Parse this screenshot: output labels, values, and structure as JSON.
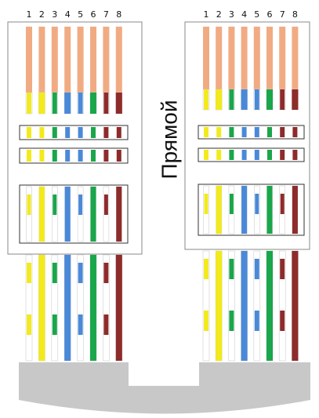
{
  "diagram": {
    "mode_label": "Прямой",
    "pins": [
      "1",
      "2",
      "3",
      "4",
      "5",
      "6",
      "7",
      "8"
    ],
    "wires": [
      {
        "pin": "1",
        "pattern": "stripe",
        "color": "#f2ea1c"
      },
      {
        "pin": "2",
        "pattern": "solid",
        "color": "#f2ea1c"
      },
      {
        "pin": "3",
        "pattern": "stripe",
        "color": "#1aa64a"
      },
      {
        "pin": "4",
        "pattern": "solid",
        "color": "#4a89d8"
      },
      {
        "pin": "5",
        "pattern": "stripe",
        "color": "#4a89d8"
      },
      {
        "pin": "6",
        "pattern": "solid",
        "color": "#1aa64a"
      },
      {
        "pin": "7",
        "pattern": "stripe",
        "color": "#8e2b2b"
      },
      {
        "pin": "8",
        "pattern": "solid",
        "color": "#8e2b2b"
      }
    ],
    "colors": {
      "contact": "#f1ab83",
      "cable": "#c8c8c8",
      "outline": "#8a8a8a",
      "background": "#ffffff"
    }
  }
}
